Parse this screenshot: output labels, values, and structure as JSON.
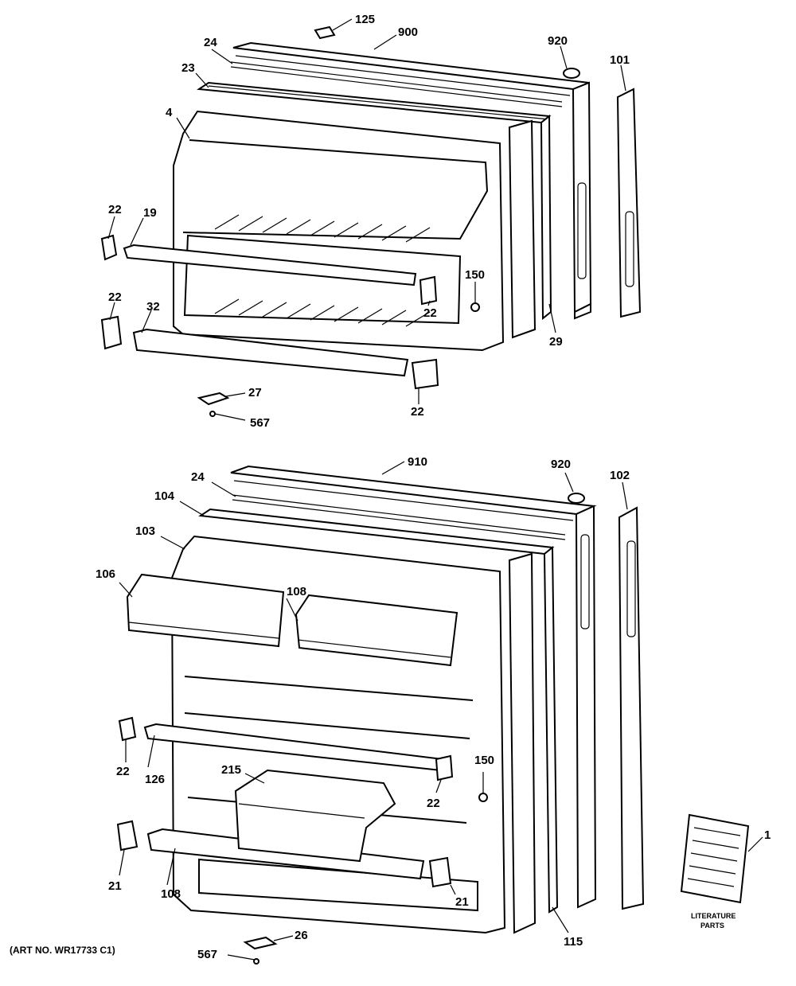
{
  "diagram": {
    "art_number": "(ART NO. WR17733 C1)",
    "literature_caption_line1": "LITERATURE",
    "literature_caption_line2": "PARTS",
    "freezer_door_callouts": [
      "125",
      "900",
      "920",
      "101",
      "24",
      "23",
      "4",
      "22",
      "19",
      "22",
      "32",
      "22",
      "150",
      "29",
      "22",
      "27",
      "567"
    ],
    "fresh_food_door_callouts": [
      "910",
      "920",
      "102",
      "24",
      "104",
      "103",
      "106",
      "108",
      "22",
      "126",
      "215",
      "150",
      "22",
      "21",
      "108",
      "21",
      "115",
      "1",
      "26",
      "567"
    ]
  }
}
